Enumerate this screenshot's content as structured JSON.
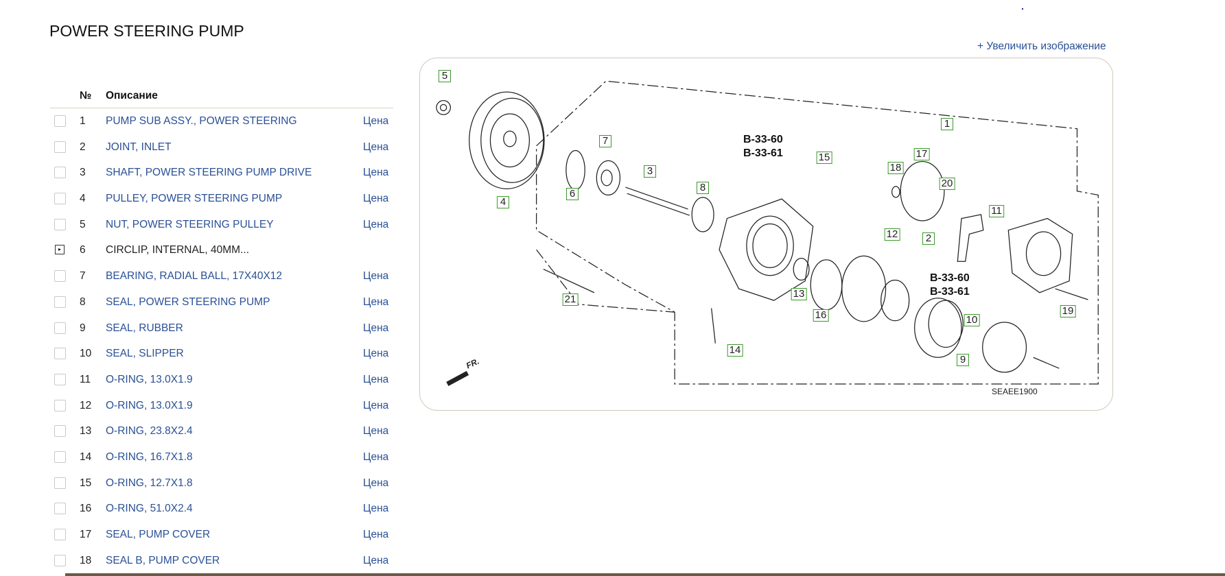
{
  "page": {
    "title": "POWER STEERING PUMP",
    "zoom_link": "+ Увеличить изображение"
  },
  "table": {
    "headers": {
      "number": "№",
      "description": "Описание"
    },
    "price_label": "Цена",
    "rows": [
      {
        "no": "1",
        "desc": "PUMP SUB ASSY., POWER STEERING",
        "price": "Цена"
      },
      {
        "no": "2",
        "desc": "JOINT, INLET",
        "price": "Цена"
      },
      {
        "no": "3",
        "desc": "SHAFT, POWER STEERING PUMP DRIVE",
        "price": "Цена"
      },
      {
        "no": "4",
        "desc": "PULLEY, POWER STEERING PUMP",
        "price": "Цена"
      },
      {
        "no": "5",
        "desc": "NUT, POWER STEERING PULLEY",
        "price": "Цена"
      },
      {
        "no": "6",
        "desc": "CIRCLIP, INTERNAL, 40MM...",
        "price": null,
        "expandable": true
      },
      {
        "no": "7",
        "desc": "BEARING, RADIAL BALL, 17X40X12",
        "price": "Цена"
      },
      {
        "no": "8",
        "desc": "SEAL, POWER STEERING PUMP",
        "price": "Цена"
      },
      {
        "no": "9",
        "desc": "SEAL, RUBBER",
        "price": "Цена"
      },
      {
        "no": "10",
        "desc": "SEAL, SLIPPER",
        "price": "Цена"
      },
      {
        "no": "11",
        "desc": "O-RING, 13.0X1.9",
        "price": "Цена"
      },
      {
        "no": "12",
        "desc": "O-RING, 13.0X1.9",
        "price": "Цена"
      },
      {
        "no": "13",
        "desc": "O-RING, 23.8X2.4",
        "price": "Цена"
      },
      {
        "no": "14",
        "desc": "O-RING, 16.7X1.8",
        "price": "Цена"
      },
      {
        "no": "15",
        "desc": "O-RING, 12.7X1.8",
        "price": "Цена"
      },
      {
        "no": "16",
        "desc": "O-RING, 51.0X2.4",
        "price": "Цена"
      },
      {
        "no": "17",
        "desc": "SEAL, PUMP COVER",
        "price": "Цена"
      },
      {
        "no": "18",
        "desc": "SEAL B, PUMP COVER",
        "price": "Цена"
      }
    ]
  },
  "diagram": {
    "callouts": [
      "5",
      "4",
      "6",
      "7",
      "3",
      "8",
      "21",
      "13",
      "16",
      "14",
      "15",
      "18",
      "17",
      "20",
      "12",
      "2",
      "11",
      "1",
      "19",
      "10",
      "9"
    ],
    "refs": [
      "B-33-60",
      "B-33-61"
    ],
    "code": "SEAEE1900",
    "direction": "FR."
  }
}
